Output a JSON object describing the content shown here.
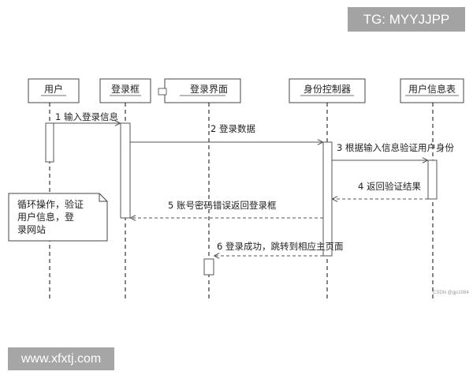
{
  "participants": [
    {
      "id": "user",
      "label": "用户"
    },
    {
      "id": "login_box",
      "label": "登录框"
    },
    {
      "id": "login_ui",
      "label": "登录界面"
    },
    {
      "id": "auth_ctrl",
      "label": "身份控制器"
    },
    {
      "id": "user_info_table",
      "label": "用户信息表"
    }
  ],
  "messages": [
    {
      "id": "m1",
      "label": "1 输入登录信息",
      "style": "solid"
    },
    {
      "id": "m2",
      "label": "2 登录数据",
      "style": "solid"
    },
    {
      "id": "m3",
      "label": "3 根据输入信息验证用户身份",
      "style": "solid"
    },
    {
      "id": "m4",
      "label": "4 返回验证结果",
      "style": "dashed"
    },
    {
      "id": "m5",
      "label": "5 账号密码错误返回登录框",
      "style": "dashed"
    },
    {
      "id": "m6",
      "label": "6 登录成功，跳转到相应主页面",
      "style": "dashed"
    }
  ],
  "note": {
    "lines": [
      "循环操作，验证",
      "用户信息，登",
      "录网站"
    ]
  },
  "watermarks": {
    "top": "TG: MYYJJPP",
    "bottom": "www.xfxtj.com",
    "csdn": "CSDN @gjs1084"
  }
}
